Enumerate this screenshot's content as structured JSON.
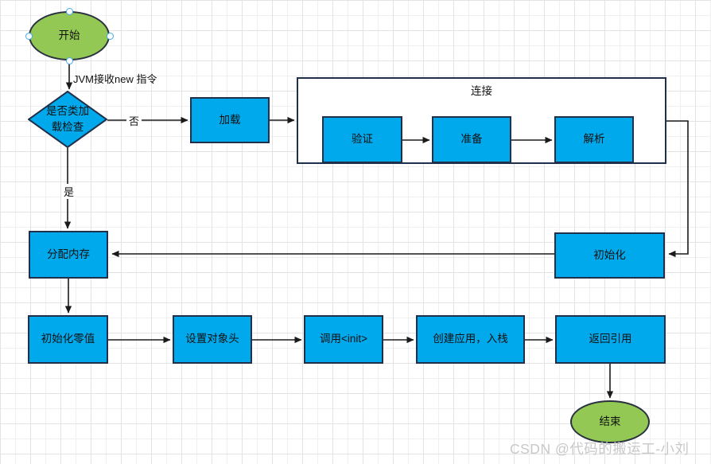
{
  "nodes": {
    "start": "开始",
    "check": "是否类加载检查",
    "load": "加载",
    "link": "连接",
    "verify": "验证",
    "prepare": "准备",
    "resolve": "解析",
    "initialize": "初始化",
    "allocate": "分配内存",
    "zero_init": "初始化零值",
    "object_header": "设置对象头",
    "call_init": "调用<init>",
    "create_push": "创建应用，入栈",
    "return_ref": "返回引用",
    "end": "结束"
  },
  "edge_labels": {
    "instruction": "JVM接收new 指令",
    "no": "否",
    "yes": "是"
  },
  "watermark": "CSDN @代码的搬运工-小刘",
  "colors": {
    "process_fill": "#00A9EC",
    "terminal_fill": "#92C853",
    "shape_border": "#20304A",
    "edge_stroke": "#1A1A1A",
    "grid_minor": "#F0F0F0",
    "grid_major": "#E3E3E3",
    "selection_handle": "#41A9F0",
    "watermark_text": "#C8C8C8"
  }
}
